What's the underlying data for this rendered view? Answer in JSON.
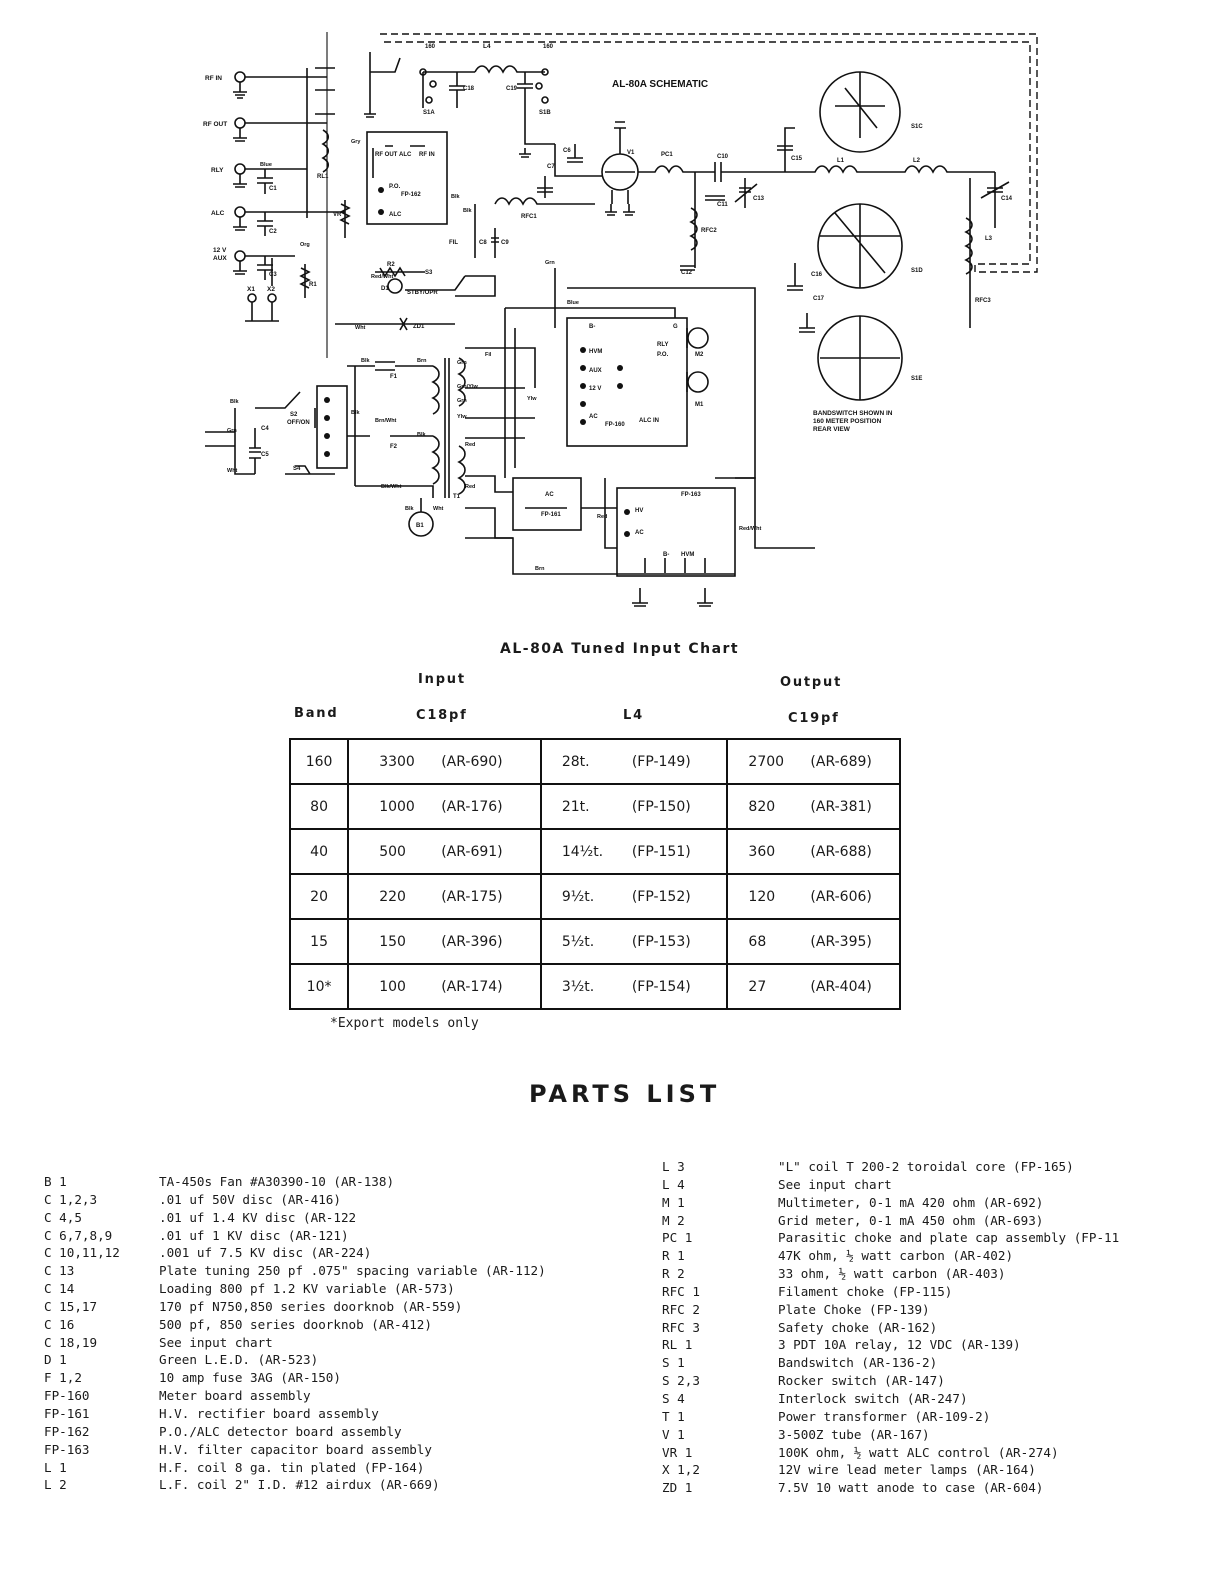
{
  "schematic": {
    "title": "AL-80A SCHEMATIC",
    "note_lines": [
      "BANDSWITCH SHOWN IN",
      "160 METER POSITION",
      "REAR VIEW"
    ],
    "jack_labels": [
      "RF IN",
      "RF OUT",
      "RLY",
      "ALC",
      "12 V",
      "AUX",
      "X1",
      "X2"
    ],
    "component_labels": [
      "160",
      "L4",
      "160",
      "C18",
      "C19",
      "S1A",
      "S1B",
      "RL1",
      "C1",
      "C2",
      "C3",
      "VR",
      "R1",
      "R2",
      "D1",
      "S3",
      "STBY/OPR",
      "ZD1",
      "C6",
      "C7",
      "V1",
      "PC1",
      "C10",
      "C11",
      "C13",
      "RFC1",
      "RFC2",
      "C8",
      "C9",
      "C12",
      "C15",
      "L1",
      "L2",
      "S1C",
      "C14",
      "S1D",
      "L3",
      "C16",
      "C17",
      "RFC3",
      "S1E",
      "M1",
      "M2",
      "F1",
      "F2",
      "S2",
      "OFF/ON",
      "S4",
      "C4",
      "C5",
      "T1",
      "B1",
      "FIL"
    ],
    "board_labels": [
      "RF OUT",
      "ALC",
      "RF IN",
      "P.O.",
      "FP-162",
      "ALC",
      "B-",
      "HVM",
      "AUX",
      "12 V",
      "AC",
      "FP-160",
      "ALC IN",
      "G",
      "RLY",
      "P.O.",
      "AC",
      "FP-161",
      "FP-163",
      "HV",
      "AC",
      "B-",
      "HVM"
    ],
    "wire_labels": [
      "Blue",
      "Gry",
      "Blk",
      "Blk",
      "Org",
      "Red/Wht",
      "Wht",
      "Grn",
      "Blue",
      "Blk",
      "Brn",
      "Grn",
      "Fil",
      "Grn/Ylw",
      "Grn",
      "Ylw",
      "Ylw",
      "Blk",
      "Brn/Wht",
      "Blk",
      "Blk",
      "Grn",
      "Wht",
      "Red",
      "Red",
      "Red",
      "Blk/Wht",
      "Blk",
      "Wht",
      "Brn",
      "Red/Wht"
    ]
  },
  "tuned_input_chart": {
    "title": "AL-80A Tuned Input Chart",
    "group_headers": {
      "input": "Input",
      "output": "Output"
    },
    "column_headers": {
      "band": "Band",
      "c18": "C18pf",
      "l4": "L4",
      "c19": "C19pf"
    },
    "rows": [
      {
        "band": "160",
        "c18_value": "3300",
        "c18_part": "(AR-690)",
        "l4_value": "28t.",
        "l4_part": "(FP-149)",
        "c19_value": "2700",
        "c19_part": "(AR-689)"
      },
      {
        "band": "80",
        "c18_value": "1000",
        "c18_part": "(AR-176)",
        "l4_value": "21t.",
        "l4_part": "(FP-150)",
        "c19_value": "820",
        "c19_part": "(AR-381)"
      },
      {
        "band": "40",
        "c18_value": "500",
        "c18_part": "(AR-691)",
        "l4_value": "14½t.",
        "l4_part": "(FP-151)",
        "c19_value": "360",
        "c19_part": "(AR-688)"
      },
      {
        "band": "20",
        "c18_value": "220",
        "c18_part": "(AR-175)",
        "l4_value": "9½t.",
        "l4_part": "(FP-152)",
        "c19_value": "120",
        "c19_part": "(AR-606)"
      },
      {
        "band": "15",
        "c18_value": "150",
        "c18_part": "(AR-396)",
        "l4_value": "5½t.",
        "l4_part": "(FP-153)",
        "c19_value": "68",
        "c19_part": "(AR-395)"
      },
      {
        "band": "10*",
        "c18_value": "100",
        "c18_part": "(AR-174)",
        "l4_value": "3½t.",
        "l4_part": "(FP-154)",
        "c19_value": "27",
        "c19_part": "(AR-404)"
      }
    ],
    "footnote": "*Export models only"
  },
  "parts_list": {
    "title": "PARTS LIST",
    "left": [
      {
        "ref": "B 1",
        "desc": "TA-450s Fan #A30390-10 (AR-138)"
      },
      {
        "ref": "C 1,2,3",
        "desc": ".01 uf 50V disc (AR-416)"
      },
      {
        "ref": "C 4,5",
        "desc": ".01 uf 1.4 KV disc (AR-122"
      },
      {
        "ref": "C 6,7,8,9",
        "desc": ".01 uf 1 KV disc (AR-121)"
      },
      {
        "ref": "C 10,11,12",
        "desc": ".001 uf 7.5 KV disc (AR-224)"
      },
      {
        "ref": "C 13",
        "desc": "Plate tuning 250 pf .075\" spacing variable (AR-112)"
      },
      {
        "ref": "C 14",
        "desc": "Loading 800 pf 1.2 KV variable (AR-573)"
      },
      {
        "ref": "C 15,17",
        "desc": "170 pf N750,850 series doorknob (AR-559)"
      },
      {
        "ref": "C 16",
        "desc": "500 pf, 850 series doorknob (AR-412)"
      },
      {
        "ref": "C 18,19",
        "desc": "See input chart"
      },
      {
        "ref": "D 1",
        "desc": "Green L.E.D. (AR-523)"
      },
      {
        "ref": "F 1,2",
        "desc": "10 amp fuse 3AG (AR-150)"
      },
      {
        "ref": "FP-160",
        "desc": "Meter board assembly"
      },
      {
        "ref": "FP-161",
        "desc": "H.V. rectifier board assembly"
      },
      {
        "ref": "FP-162",
        "desc": "P.O./ALC detector board assembly"
      },
      {
        "ref": "FP-163",
        "desc": "H.V. filter capacitor board assembly"
      },
      {
        "ref": "L 1",
        "desc": "H.F. coil 8 ga. tin plated (FP-164)"
      },
      {
        "ref": "L 2",
        "desc": "L.F. coil 2\" I.D. #12 airdux (AR-669)"
      }
    ],
    "right": [
      {
        "ref": "L 3",
        "desc": "\"L\" coil T 200-2 toroidal core (FP-165)"
      },
      {
        "ref": "L 4",
        "desc": "See input chart"
      },
      {
        "ref": "M 1",
        "desc": "Multimeter, 0-1 mA 420 ohm (AR-692)"
      },
      {
        "ref": "M 2",
        "desc": "Grid meter, 0-1 mA 450 ohm (AR-693)"
      },
      {
        "ref": "PC 1",
        "desc": "Parasitic choke and plate cap assembly (FP-11"
      },
      {
        "ref": "R 1",
        "desc": "47K ohm, ½ watt carbon (AR-402)"
      },
      {
        "ref": "R 2",
        "desc": "33 ohm, ½ watt carbon (AR-403)"
      },
      {
        "ref": "RFC 1",
        "desc": "Filament choke (FP-115)"
      },
      {
        "ref": "RFC 2",
        "desc": "Plate Choke (FP-139)"
      },
      {
        "ref": "RFC 3",
        "desc": "Safety choke (AR-162)"
      },
      {
        "ref": "RL 1",
        "desc": "3 PDT 10A relay, 12 VDC (AR-139)"
      },
      {
        "ref": "S 1",
        "desc": "Bandswitch (AR-136-2)"
      },
      {
        "ref": "S 2,3",
        "desc": "Rocker switch (AR-147)"
      },
      {
        "ref": "S 4",
        "desc": "Interlock switch (AR-247)"
      },
      {
        "ref": "T 1",
        "desc": "Power transformer (AR-109-2)"
      },
      {
        "ref": "V 1",
        "desc": "3-500Z tube (AR-167)"
      },
      {
        "ref": "VR 1",
        "desc": "100K ohm, ½ watt ALC control (AR-274)"
      },
      {
        "ref": "X 1,2",
        "desc": "12V wire lead meter lamps (AR-164)"
      },
      {
        "ref": "ZD 1",
        "desc": "7.5V 10 watt anode to case (AR-604)"
      }
    ]
  }
}
